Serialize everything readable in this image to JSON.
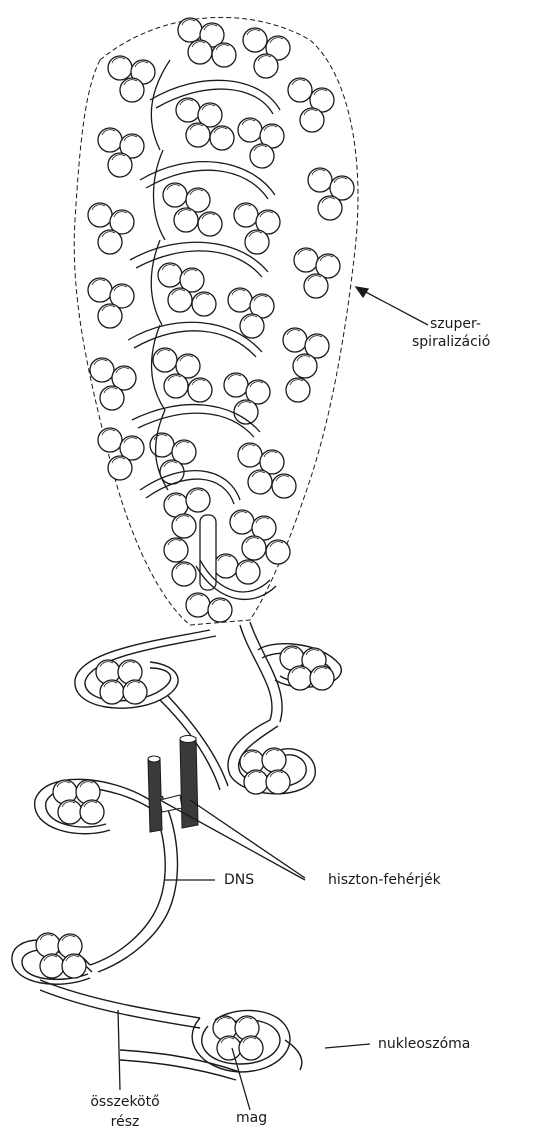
{
  "labels": {
    "superspiral_1": "szuper-",
    "superspiral_2": "spiralizáció",
    "histone": "hiszton-fehérjék",
    "dna": "DNS",
    "nucleosome": "nukleoszóma",
    "linker_1": "összekötő",
    "linker_2": "rész",
    "core": "mag"
  },
  "colors": {
    "ink": "#1a1a1a",
    "paper": "#ffffff",
    "histone_fill": "#3a3a3a"
  }
}
